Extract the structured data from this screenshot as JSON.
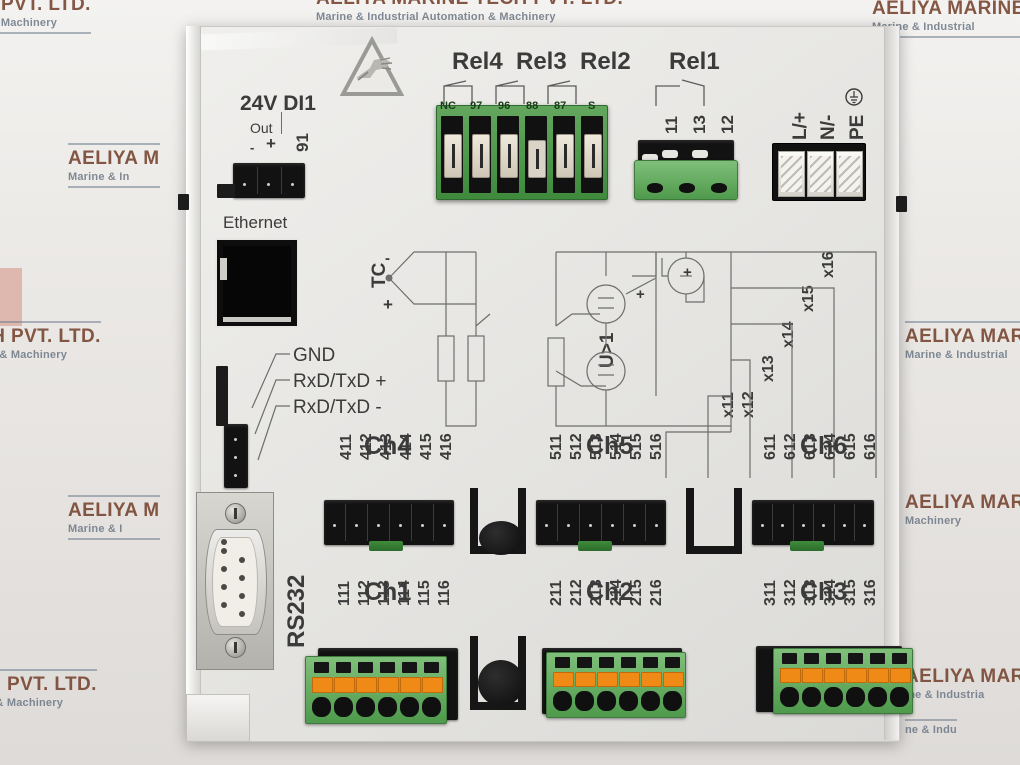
{
  "background": {
    "watermarks": [
      {
        "line1": "TECH PVT. LTD.",
        "line2": "omation & Machinery"
      },
      {
        "line1": "AELIYA MARINE TECH PVT. LTD.",
        "line2": "Marine & Industrial Automation & Machinery"
      },
      {
        "line1": "AELIYA MARINE",
        "line2": "Marine & Industrial"
      },
      {
        "line1": "AELIYA M",
        "line2": "Marine & In"
      },
      {
        "line1": "TECH PVT. LTD.",
        "line2": "omation & Machinery"
      },
      {
        "line1": "AELIYA MAR",
        "line2": "Marine & Industrial"
      },
      {
        "line1": "AELIYA M",
        "line2": "Marine & I"
      },
      {
        "line1": "AELIYA MAR",
        "line2": "Machinery"
      },
      {
        "line1": "TECH PVT. LTD.",
        "line2": "omation & Machinery"
      },
      {
        "line1": "AELIYA MAR",
        "line2": "ine & Industria"
      },
      {
        "line1": "AELIYA MAR",
        "line2": "ne & Indu"
      }
    ]
  },
  "device": {
    "digital_input": {
      "title": "24V DI1",
      "out_label": "Out",
      "minus": "-",
      "plus": "+",
      "terminal": "91"
    },
    "ethernet_label": "Ethernet",
    "serial": {
      "gnd": "GND",
      "rxtx_plus": "RxD/TxD +",
      "rxtx_minus": "RxD/TxD -",
      "port_label": "RS232"
    },
    "relays": {
      "groups": [
        "Rel4",
        "Rel3",
        "Rel2"
      ],
      "single": "Rel1",
      "block_terminals": [
        "NC",
        "97",
        "96",
        "88",
        "87",
        "S"
      ],
      "rel1_terminals": [
        "11",
        "13",
        "12"
      ]
    },
    "power": {
      "terminals": [
        "L/+",
        "N/-",
        "PE"
      ],
      "pe_symbol": "⏚"
    },
    "schematic": {
      "tc_label": "TC",
      "tc_minus": "-",
      "tc_plus": "+",
      "voltage_label": "U>1",
      "meter_plus_1": "+",
      "meter_plus_2": "+",
      "x_terminals": [
        "x11",
        "x12",
        "x13",
        "x14",
        "x15",
        "x16"
      ]
    },
    "channels": [
      {
        "name": "Ch4",
        "terminals": [
          "411",
          "412",
          "413",
          "414",
          "415",
          "416"
        ],
        "connector": "socket"
      },
      {
        "name": "Ch5",
        "terminals": [
          "511",
          "512",
          "513",
          "514",
          "515",
          "516"
        ],
        "connector": "socket"
      },
      {
        "name": "Ch6",
        "terminals": [
          "611",
          "612",
          "613",
          "614",
          "615",
          "616"
        ],
        "connector": "socket"
      },
      {
        "name": "Ch1",
        "terminals": [
          "111",
          "112",
          "113",
          "114",
          "115",
          "116"
        ],
        "connector": "plug"
      },
      {
        "name": "Ch2",
        "terminals": [
          "211",
          "212",
          "213",
          "214",
          "215",
          "216"
        ],
        "connector": "plug"
      },
      {
        "name": "Ch3",
        "terminals": [
          "311",
          "312",
          "313",
          "314",
          "315",
          "316"
        ],
        "connector": "plug"
      }
    ],
    "colors": {
      "body": "#e7e6e3",
      "terminal_green": "#4f9a4c",
      "lever_orange": "#f08a17",
      "connector_black": "#121212",
      "text": "#3b3b3b",
      "watermark_brown": "#7a4a36",
      "watermark_blue": "#6b7886"
    }
  }
}
